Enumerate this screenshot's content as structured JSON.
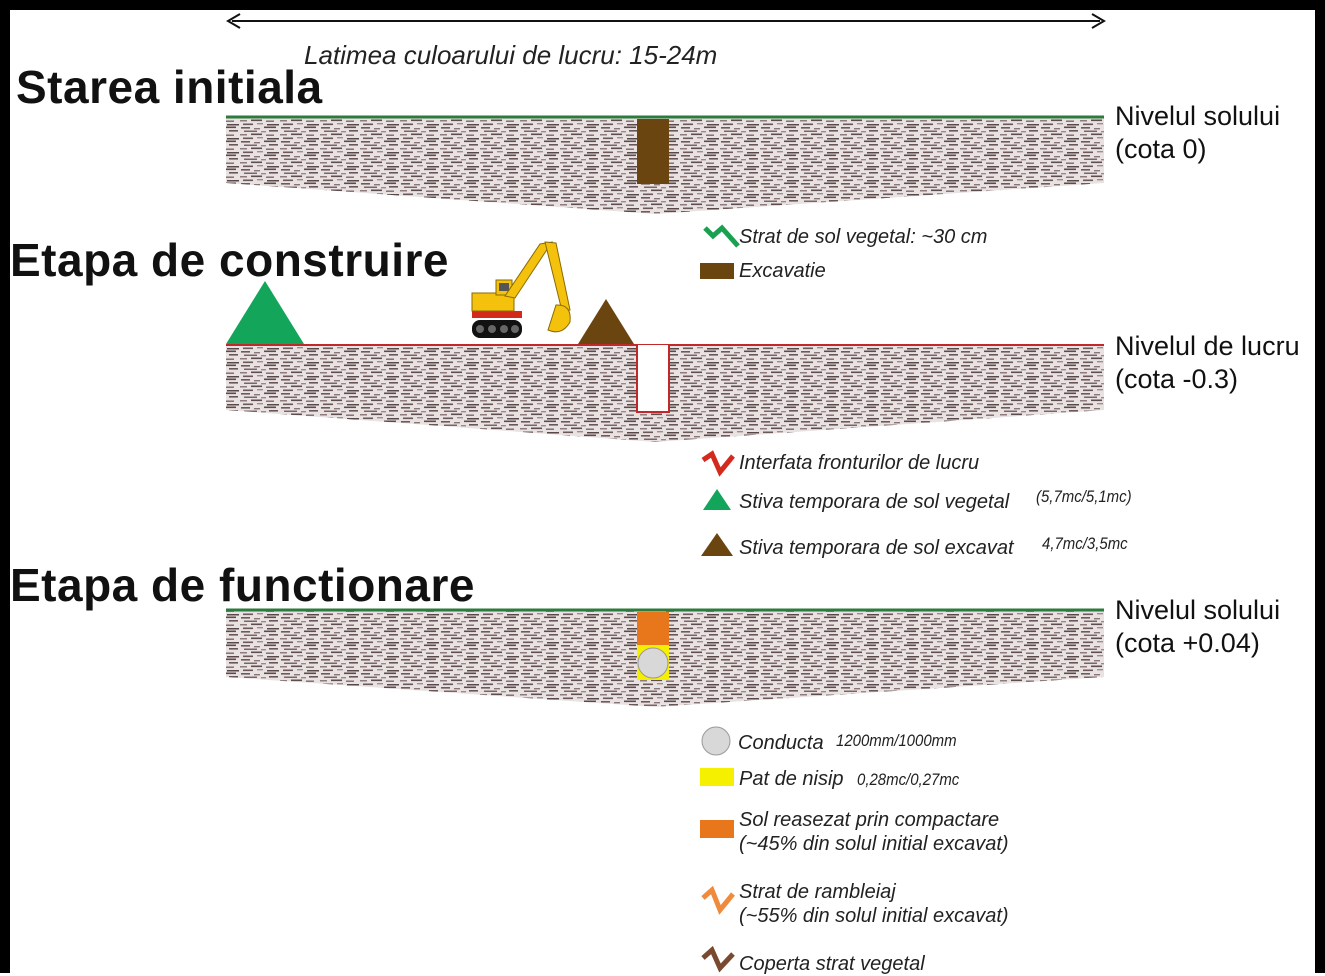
{
  "width_label": "Latimea culoarului de lucru: 15-24m",
  "sections": {
    "initial": {
      "title": "Starea initiala",
      "level_line1": "Nivelul solului",
      "level_line2": "(cota 0)"
    },
    "construction": {
      "title": "Etapa de construire",
      "level_line1": "Nivelul de lucru",
      "level_line2": "(cota -0.3)"
    },
    "operation": {
      "title": "Etapa de functionare",
      "level_line1": "Nivelul solului",
      "level_line2": "(cota +0.04)"
    }
  },
  "legend": {
    "topsoil_layer": {
      "label": "Strat de sol vegetal: ~30 cm",
      "color": "#1aa050"
    },
    "excavation": {
      "label": "Excavatie",
      "color": "#6b4510"
    },
    "work_interface": {
      "label": "Interfata fronturilor de lucru",
      "color": "#d42a1e"
    },
    "topsoil_pile": {
      "label": "Stiva temporara de sol vegetal",
      "value": "(5,7mc/5,1mc)",
      "color": "#13a55a"
    },
    "excavated_pile": {
      "label": "Stiva temporara de sol excavat",
      "value": "4,7mc/3,5mc",
      "color": "#6b4510"
    },
    "pipe": {
      "label": "Conducta",
      "value": "1200mm/1000mm",
      "color": "#d8d8d8"
    },
    "sand_bed": {
      "label": "Pat de nisip",
      "value": "0,28mc/0,27mc",
      "color": "#f5f000"
    },
    "compacted_soil": {
      "line1": "Sol reasezat prin compactare",
      "line2": "(~45% din solul initial excavat)",
      "color": "#e8761a"
    },
    "backfill": {
      "line1": "Strat de rambleiaj",
      "line2": "(~55% din solul initial excavat)",
      "color": "#f08a3c"
    },
    "topsoil_cover": {
      "label": "Coperta strat vegetal",
      "color": "#7a4a30"
    }
  }
}
